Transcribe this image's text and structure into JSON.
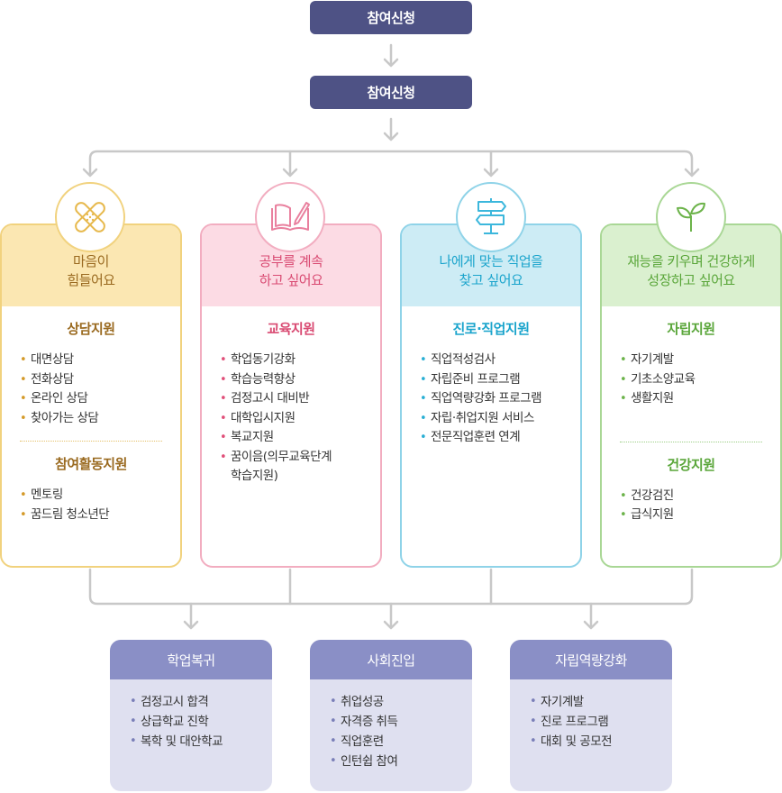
{
  "top_buttons": [
    "참여신청",
    "참여신청"
  ],
  "cards": [
    {
      "head": [
        "마음이",
        "힘들어요"
      ],
      "icon": "bandage-icon",
      "sections": [
        {
          "title": "상담지원",
          "items": [
            "대면상담",
            "전화상담",
            "온라인 상담",
            "찾아가는 상담"
          ]
        },
        {
          "title": "참여활동지원",
          "items": [
            "멘토링",
            "꿈드림 청소년단"
          ]
        }
      ]
    },
    {
      "head": [
        "공부를 계속",
        "하고 싶어요"
      ],
      "icon": "book-pencil-icon",
      "sections": [
        {
          "title": "교육지원",
          "items": [
            "학업동기강화",
            "학습능력향상",
            "검정고시 대비반",
            "대학입시지원",
            "복교지원",
            "꿈이음(의무교육단계",
            "학습지원)"
          ]
        }
      ]
    },
    {
      "head": [
        "나에게 맞는 직업을",
        "찾고 싶어요"
      ],
      "icon": "signpost-icon",
      "sections": [
        {
          "title": "진로·직업지원",
          "items": [
            "직업적성검사",
            "자립준비 프로그램",
            "직업역량강화 프로그램",
            "자립·취업지원 서비스",
            "전문직업훈련 연계"
          ]
        }
      ]
    },
    {
      "head": [
        "재능을 키우며 건강하게",
        "성장하고 싶어요"
      ],
      "icon": "sprout-icon",
      "sections": [
        {
          "title": "자립지원",
          "items": [
            "자기계발",
            "기초소양교육",
            "생활지원"
          ]
        },
        {
          "title": "건강지원",
          "items": [
            "건강검진",
            "급식지원"
          ]
        }
      ]
    }
  ],
  "results": [
    {
      "title": "학업복귀",
      "items": [
        "검정고시 합격",
        "상급학교 진학",
        "복학 및 대안학교"
      ]
    },
    {
      "title": "사회진입",
      "items": [
        "취업성공",
        "자격증 취득",
        "직업훈련",
        "인턴쉽 참여"
      ]
    },
    {
      "title": "자립역량강화",
      "items": [
        "자기계발",
        "진로 프로그램",
        "대회 및 공모전"
      ]
    }
  ],
  "colors": {
    "top_button": "#4e5285",
    "connector": "#c8c8c8",
    "card1": {
      "border": "#f1d27e",
      "head_bg": "#fbe7b2",
      "text": "#9a6a20",
      "bullet": "#d49a2a"
    },
    "card2": {
      "border": "#f2adc0",
      "head_bg": "#fcdbe4",
      "text": "#d94a72",
      "bullet": "#e0507a"
    },
    "card3": {
      "border": "#8fd3e8",
      "head_bg": "#cdecf5",
      "text": "#1aa4cc",
      "bullet": "#2aafd4"
    },
    "card4": {
      "border": "#a9d795",
      "head_bg": "#daf0cf",
      "text": "#5aa63a",
      "bullet": "#6cb34a"
    },
    "result_head": "#8a8fc6",
    "result_body": "#dfe0f0"
  }
}
